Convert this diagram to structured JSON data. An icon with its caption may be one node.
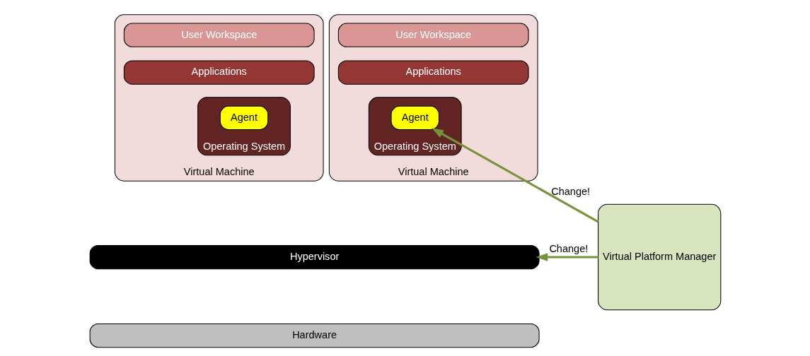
{
  "diagram": {
    "nodes": [
      {
        "text": [
          "Virtual Machine"
        ]
      },
      {
        "text": [
          "User Workspace"
        ],
        "in": 0
      },
      {
        "text": [
          "Applications"
        ],
        "in": 0
      },
      {
        "text": [
          "Operating System"
        ],
        "in": 0
      },
      {
        "text": [
          "Agent"
        ],
        "in": 3
      },
      {
        "text": [
          "Virtual Machine"
        ]
      },
      {
        "text": [
          "User Workspace"
        ],
        "in": 5
      },
      {
        "text": [
          "Applications"
        ],
        "in": 5
      },
      {
        "text": [
          "Operating System"
        ],
        "in": 5
      },
      {
        "text": [
          "Agent"
        ],
        "in": 8
      },
      {
        "text": [
          "Hypervisor"
        ]
      },
      {
        "text": [
          "Hardware"
        ]
      },
      {
        "text": [
          "Virtual Platform Manager"
        ]
      }
    ],
    "edges": [
      {
        "from": 12,
        "to": 9,
        "arrow": "to",
        "label": "Change!"
      },
      {
        "from": 12,
        "to": 10,
        "arrow": "to",
        "label": "Change!"
      }
    ]
  }
}
